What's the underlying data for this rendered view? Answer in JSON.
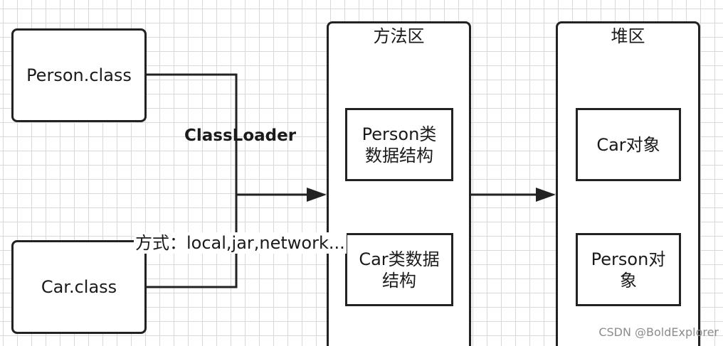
{
  "nodes": {
    "person_class": "Person.class",
    "car_class": "Car.class"
  },
  "method_area": {
    "title": "方法区",
    "person_struct": "Person类\n数据结构",
    "car_struct": "Car类数据\n结构"
  },
  "heap": {
    "title": "堆区",
    "car_object": "Car对象",
    "person_object": "Person对\n象"
  },
  "labels": {
    "classloader": "ClassLoader",
    "mode": "方式：local,jar,network..."
  },
  "watermark": "CSDN @BoldExplorer",
  "colors": {
    "line": "#222222",
    "grid": "#d9d9d9",
    "background": "#ffffff"
  }
}
